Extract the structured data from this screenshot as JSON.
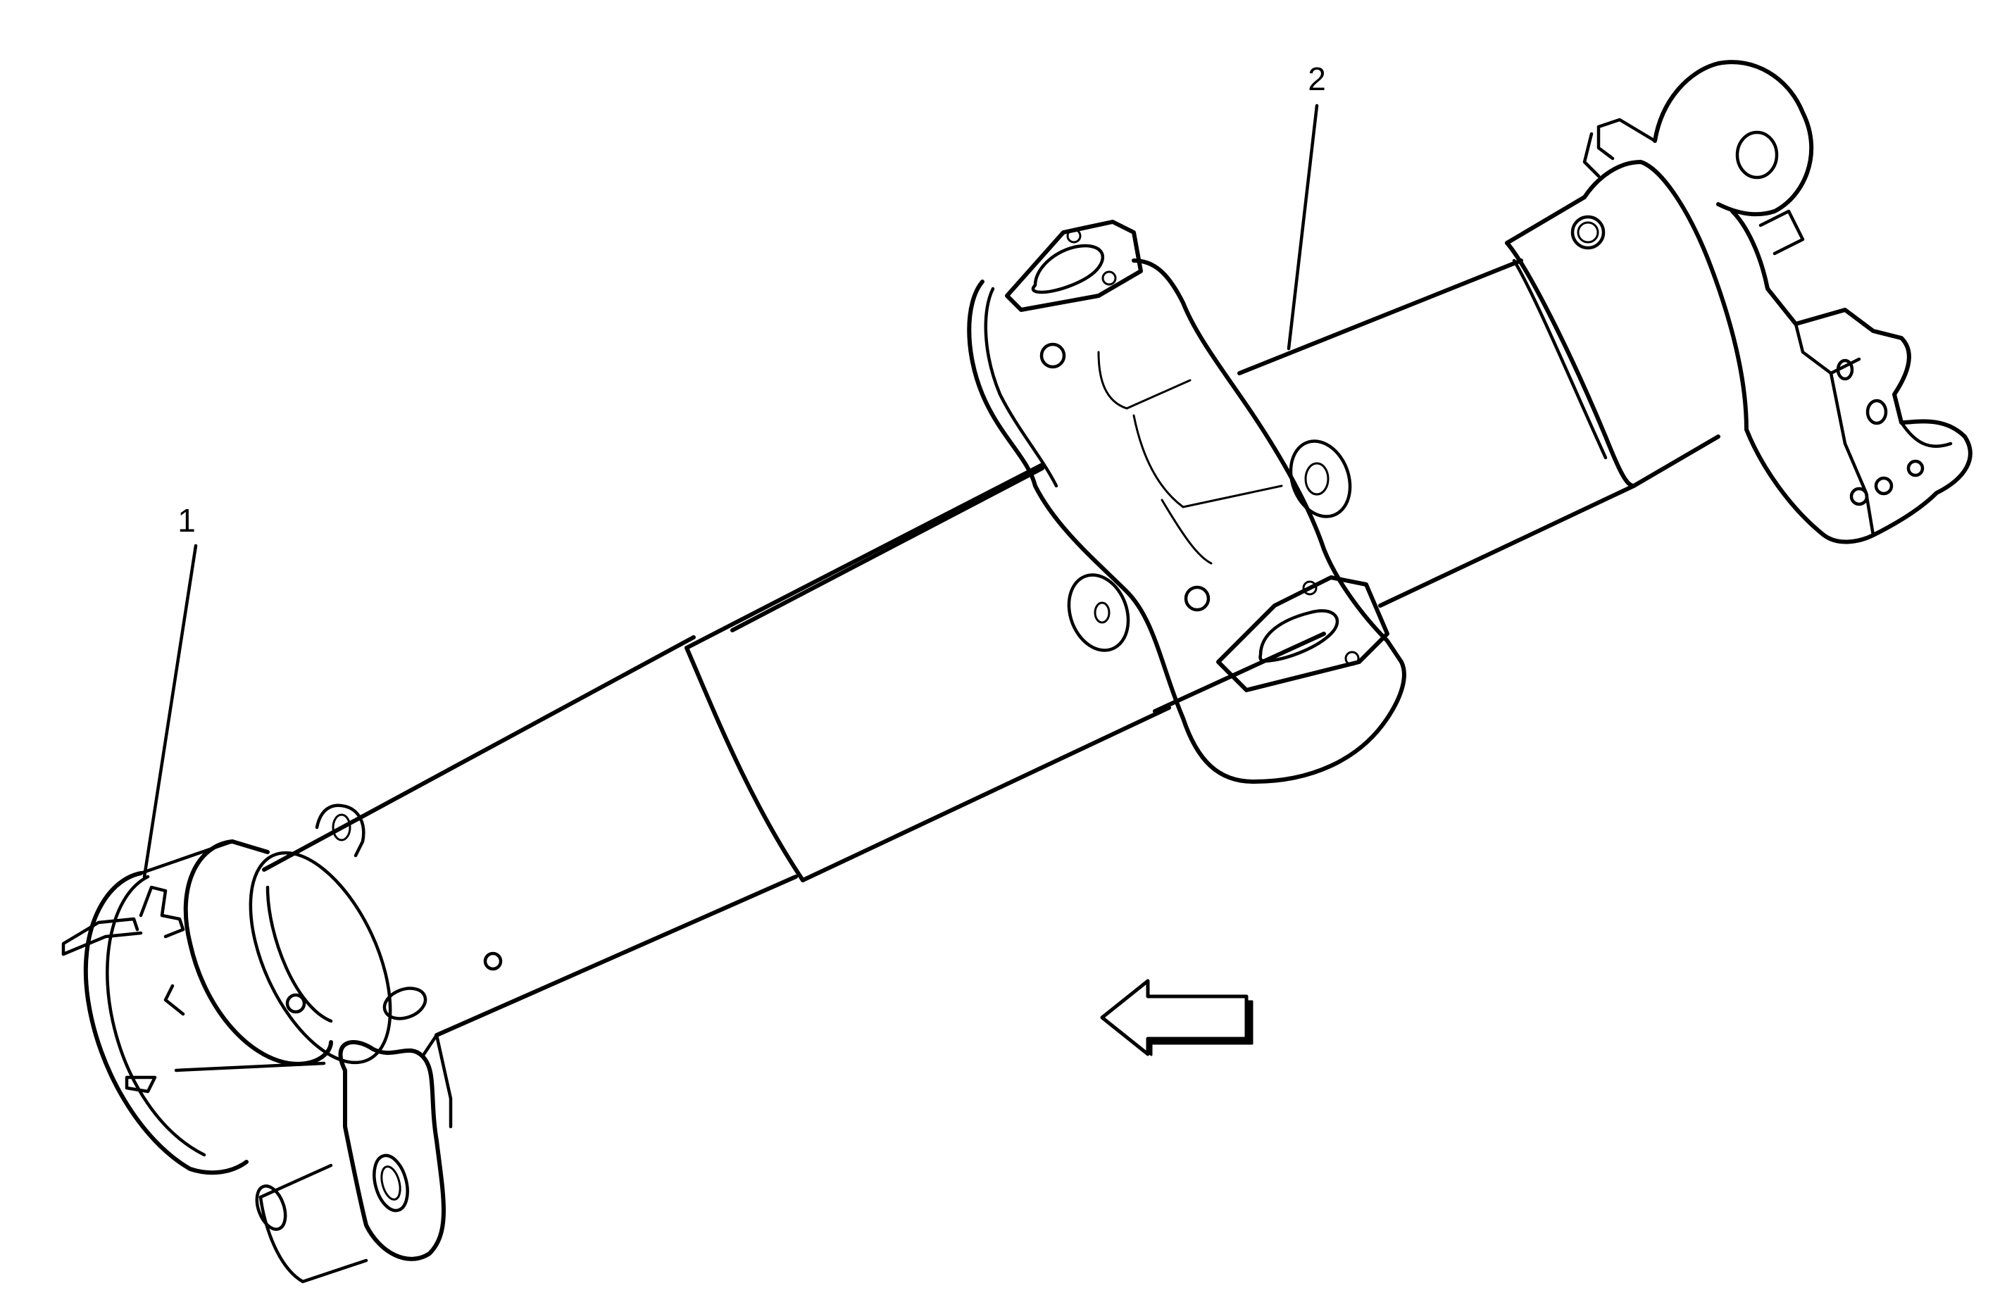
{
  "diagram": {
    "callouts": [
      {
        "id": "1",
        "label": "1"
      },
      {
        "id": "2",
        "label": "2"
      }
    ],
    "direction_arrow": {
      "direction": "left",
      "icon": "left-arrow-icon"
    },
    "colors": {
      "ink": "#000000",
      "background": "#ffffff"
    }
  }
}
